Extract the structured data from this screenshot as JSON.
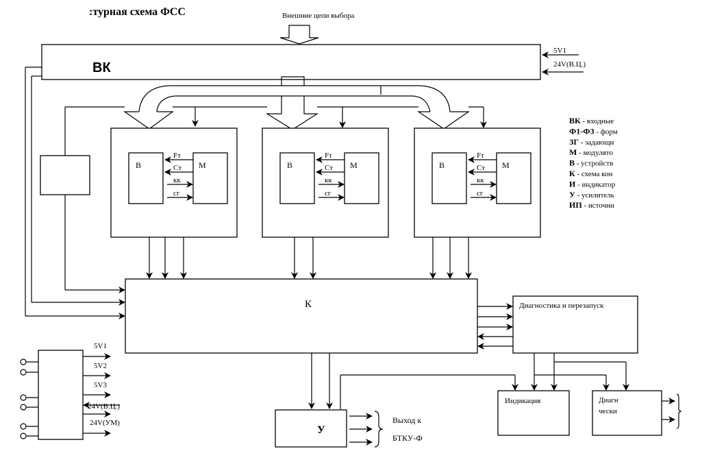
{
  "title": ":турная схема ФСС",
  "external_label": "Внешние цепи выбора",
  "vk": {
    "label": "ВК",
    "inputs": [
      "5V1",
      "24V(В.Ц.)"
    ]
  },
  "channels": [
    {
      "b": "В",
      "m": "М",
      "signals": [
        "Fт",
        "Cт",
        "кк",
        "сг"
      ]
    },
    {
      "b": "В",
      "m": "М",
      "signals": [
        "Fт",
        "Cт",
        "кк",
        "сг"
      ]
    },
    {
      "b": "В",
      "m": "М",
      "signals": [
        "Fт",
        "Cт",
        "кк",
        "сг"
      ]
    }
  ],
  "k": {
    "label": "К"
  },
  "diag": {
    "label": "Диагностика и перезапуск"
  },
  "power": {
    "outputs": [
      "5V1",
      "5V2",
      "5V3",
      "24V(В.Ц.)",
      "24V(УМ)"
    ]
  },
  "amp": {
    "label": "У",
    "out1": "Выход к",
    "out2": "БТКУ-Ф"
  },
  "ind": {
    "label": "Индикация"
  },
  "diag2": {
    "line1": "Диагн",
    "line2": "чески"
  },
  "legend": [
    {
      "key": "ВК",
      "text": " - входные"
    },
    {
      "key": "Ф1-Ф3",
      "text": " - форм"
    },
    {
      "key": "ЗГ",
      "text": " - задающи"
    },
    {
      "key": "М",
      "text": " - модулято"
    },
    {
      "key": "В",
      "text": " - устройств"
    },
    {
      "key": "К",
      "text": " - схема кон"
    },
    {
      "key": "И",
      "text": " - индикатор"
    },
    {
      "key": "У",
      "text": " - усилитель"
    },
    {
      "key": "ИП",
      "text": " - источни"
    }
  ]
}
